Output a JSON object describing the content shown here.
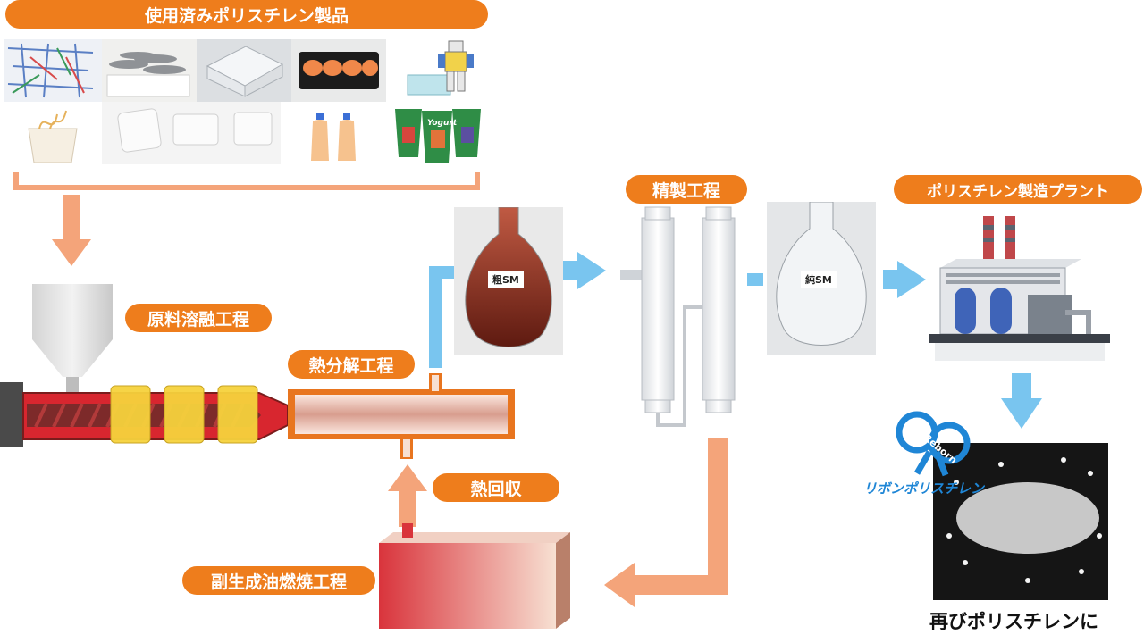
{
  "labels": {
    "products": "使用済みポリスチレン製品",
    "melting": "原料溶融工程",
    "pyrolysis": "熱分解工程",
    "heat_recovery": "熱回収",
    "byproduct_combustion": "副生成油燃焼工程",
    "refining": "精製工程",
    "plant": "ポリスチレン製造プラント",
    "crude_sm": "粗SM",
    "pure_sm": "純SM",
    "brand": "リボンポリスチレン",
    "brand_logo": "Reborn",
    "final": "再びポリスチレンに",
    "yogurt_text": "Yogurt"
  },
  "colors": {
    "pill": "#ee7d1c",
    "arrow_orange": "#f4a47a",
    "arrow_blue": "#79c5ef",
    "extruder_red": "#d8262f",
    "heater_yellow": "#f6d23c",
    "tube_orange": "#e8751f",
    "tank_red": "#d9343c",
    "brand_blue": "#1f86d6"
  }
}
